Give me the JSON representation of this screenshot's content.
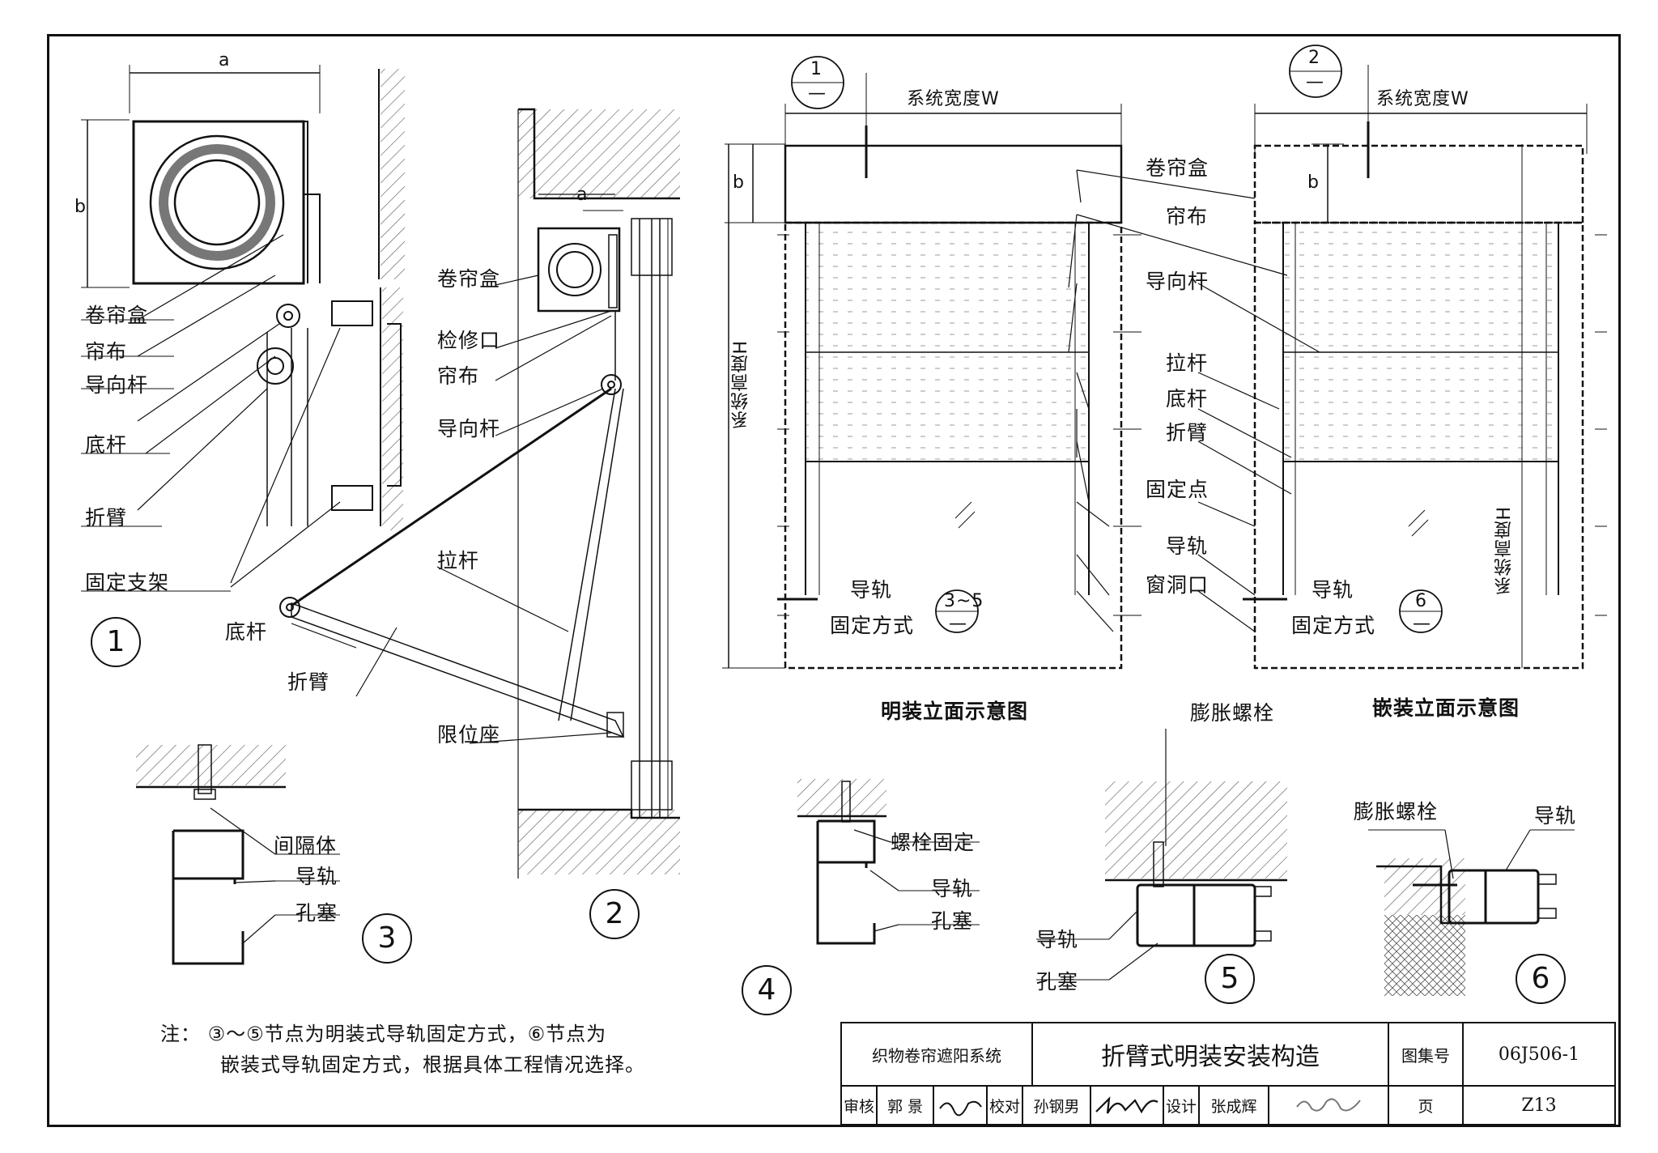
{
  "labels": {
    "d1": {
      "dim_a": "a",
      "dim_b": "b",
      "box": "卷帘盒",
      "fabric": "帘布",
      "guide_bar": "导向杆",
      "bottom_bar": "底杆",
      "fold_arm": "折臂",
      "bracket": "固定支架",
      "num": "1"
    },
    "d2": {
      "dim_a": "a",
      "box": "卷帘盒",
      "access": "检修口",
      "fabric": "帘布",
      "guide_bar": "导向杆",
      "pull_rod": "拉杆",
      "bottom_bar": "底杆",
      "fold_arm": "折臂",
      "stop": "限位座",
      "num": "2"
    },
    "d3": {
      "spacer": "间隔体",
      "rail": "导轨",
      "plug": "孔塞",
      "num": "3"
    },
    "elev_surface": {
      "ref_top": "1",
      "ref_bot": "—",
      "width": "系统宽度W",
      "dim_b": "b",
      "height": "系统高度H",
      "rail": "导轨",
      "fix_method": "固定方式",
      "detail_top": "3~5",
      "detail_bot": "—",
      "caption": "明装立面示意图"
    },
    "elev_center": {
      "box": "卷帘盒",
      "fabric": "帘布",
      "guide_bar": "导向杆",
      "pull_rod": "拉杆",
      "bottom_bar": "底杆",
      "fold_arm": "折臂",
      "fix_point": "固定点",
      "rail": "导轨",
      "opening": "窗洞口"
    },
    "elev_embed": {
      "ref_top": "2",
      "ref_bot": "—",
      "width": "系统宽度W",
      "dim_b": "b",
      "height": "系统高度H",
      "rail": "导轨",
      "fix_method": "固定方式",
      "detail_top": "6",
      "detail_bot": "—",
      "caption": "嵌装立面示意图"
    },
    "d4": {
      "bolt_fix": "螺栓固定",
      "rail": "导轨",
      "plug": "孔塞",
      "num": "4"
    },
    "d5": {
      "bolt": "膨胀螺栓",
      "rail": "导轨",
      "plug": "孔塞",
      "num": "5"
    },
    "d6": {
      "bolt": "膨胀螺栓",
      "rail": "导轨",
      "num": "6"
    }
  },
  "note": {
    "prefix": "注：",
    "line1": "③～⑤节点为明装式导轨固定方式，⑥节点为",
    "line2": "嵌装式导轨固定方式，根据具体工程情况选择。"
  },
  "title_block": {
    "system": "织物卷帘遮阳系统",
    "title": "折臂式明装安装构造",
    "atlas_label": "图集号",
    "atlas_no": "06J506-1",
    "review_label": "审核",
    "review_name": "郭 景",
    "check_label": "校对",
    "check_name": "孙钢男",
    "design_label": "设计",
    "design_name": "张成辉",
    "page_label": "页",
    "page_no": "Z13"
  }
}
